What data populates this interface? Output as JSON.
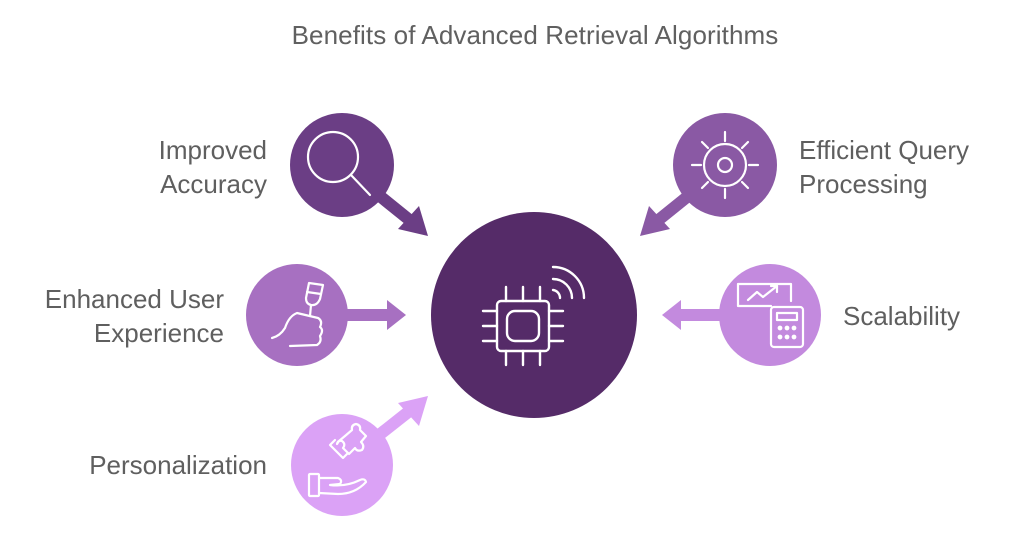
{
  "title": "Benefits of Advanced Retrieval Algorithms",
  "center": {
    "icon": "chip-wireless-icon",
    "color": "#552b68"
  },
  "benefits": [
    {
      "label": "Improved Accuracy",
      "lines": [
        "Improved",
        "Accuracy"
      ],
      "icon": "magnifier-icon",
      "color": "#6b3e85",
      "side": "left"
    },
    {
      "label": "Efficient Query Processing",
      "lines": [
        "Efficient Query",
        "Processing"
      ],
      "icon": "gear-sun-icon",
      "color": "#8a59a4",
      "side": "right"
    },
    {
      "label": "Enhanced User Experience",
      "lines": [
        "Enhanced User",
        "Experience"
      ],
      "icon": "hand-glass-icon",
      "color": "#a770c1",
      "side": "left"
    },
    {
      "label": "Scalability",
      "lines": [
        "Scalability"
      ],
      "icon": "chart-calculator-icon",
      "color": "#c38ade",
      "side": "right"
    },
    {
      "label": "Personalization",
      "lines": [
        "Personalization"
      ],
      "icon": "hand-puzzle-icon",
      "color": "#dba2f6",
      "side": "left"
    }
  ]
}
